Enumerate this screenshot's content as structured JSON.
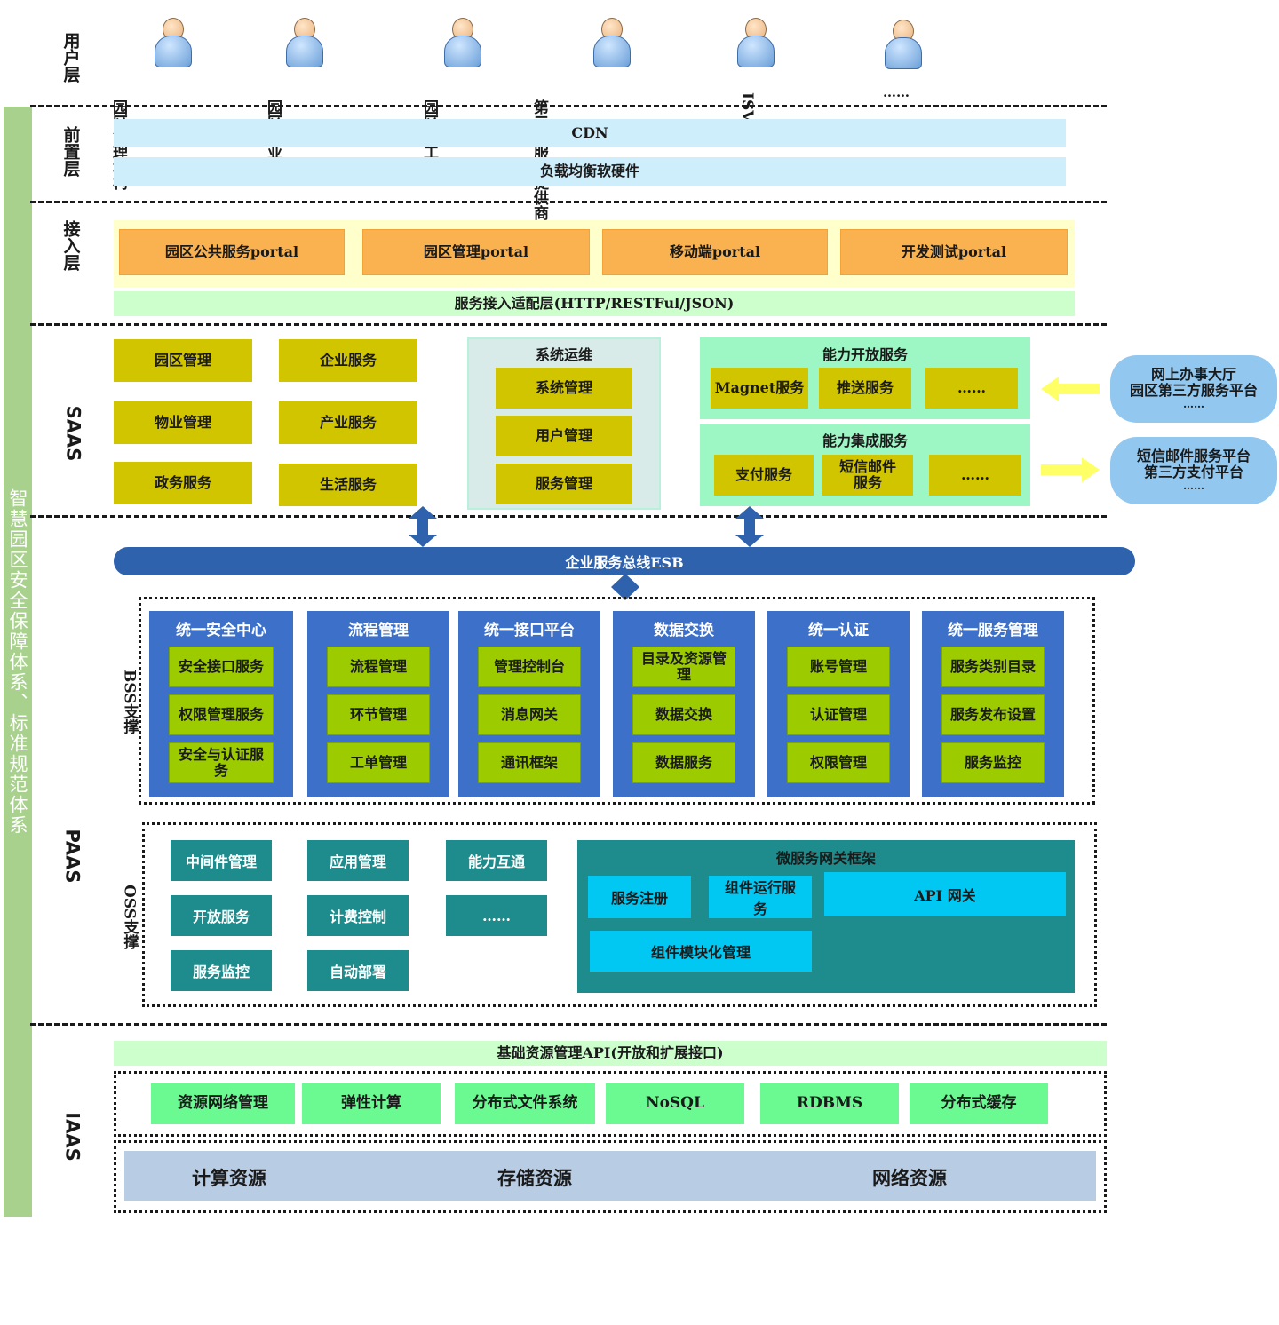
{
  "layers": {
    "user": "用户层",
    "front": "前置层",
    "access": "接入层",
    "saas": "SAAS",
    "paas": "PAAS",
    "iaas": "IAAS",
    "bss": "BSS支撑",
    "oss": "OSS支撑"
  },
  "side_bar": "智慧园区安全保障体系、标准规范体系",
  "users": {
    "names": [
      "园区管理机构",
      "园区企业",
      "园区员工",
      "第三方服务提供商",
      "ISV",
      "……"
    ]
  },
  "front": {
    "cdn": "CDN",
    "lb": "负载均衡软硬件"
  },
  "access": {
    "portals": [
      "园区公共服务portal",
      "园区管理portal",
      "移动端portal",
      "开发测试portal"
    ],
    "adapter": "服务接入适配层(HTTP/RESTFul/JSON)"
  },
  "saas": {
    "left": [
      "园区管理",
      "企业服务",
      "物业管理",
      "产业服务",
      "政务服务",
      "生活服务"
    ],
    "ops_title": "系统运维",
    "ops": [
      "系统管理",
      "用户管理",
      "服务管理"
    ],
    "open_title": "能力开放服务",
    "open": [
      "Magnet服务",
      "推送服务",
      "……"
    ],
    "integ_title": "能力集成服务",
    "integ": [
      "支付服务",
      "短信邮件服务",
      "……"
    ],
    "ext1": [
      "网上办事大厅",
      "园区第三方服务平台",
      "……"
    ],
    "ext2": [
      "短信邮件服务平台",
      "第三方支付平台",
      "……"
    ]
  },
  "esb": "企业服务总线ESB",
  "bss": {
    "columns": [
      {
        "title": "统一安全中心",
        "items": [
          "安全接口服务",
          "权限管理服务",
          "安全与认证服务"
        ]
      },
      {
        "title": "流程管理",
        "items": [
          "流程管理",
          "环节管理",
          "工单管理"
        ]
      },
      {
        "title": "统一接口平台",
        "items": [
          "管理控制台",
          "消息网关",
          "通讯框架"
        ]
      },
      {
        "title": "数据交换",
        "items": [
          "目录及资源管理",
          "数据交换",
          "数据服务"
        ]
      },
      {
        "title": "统一认证",
        "items": [
          "账号管理",
          "认证管理",
          "权限管理"
        ]
      },
      {
        "title": "统一服务管理",
        "items": [
          "服务类别目录",
          "服务发布设置",
          "服务监控"
        ]
      }
    ]
  },
  "oss": {
    "items": [
      "中间件管理",
      "应用管理",
      "能力互通",
      "开放服务",
      "计费控制",
      "……",
      "服务监控",
      "自动部署"
    ],
    "ms_title": "微服务网关框架",
    "ms": [
      "服务注册",
      "组件运行服务",
      "API 网关",
      "组件模块化管理"
    ]
  },
  "iaas": {
    "api": "基础资源管理API(开放和扩展接口)",
    "items": [
      "资源网络管理",
      "弹性计算",
      "分布式文件系统",
      "NoSQL",
      "RDBMS",
      "分布式缓存"
    ],
    "resources": [
      "计算资源",
      "存储资源",
      "网络资源"
    ]
  },
  "colors": {
    "accent_blue": "#2f62ac",
    "portal_orange": "#f9b24f",
    "olive": "#d1c500",
    "lime": "#9ccc00",
    "teal": "#1e8c8c",
    "cyan": "#00c8f2",
    "side_green": "#a9d18e"
  }
}
